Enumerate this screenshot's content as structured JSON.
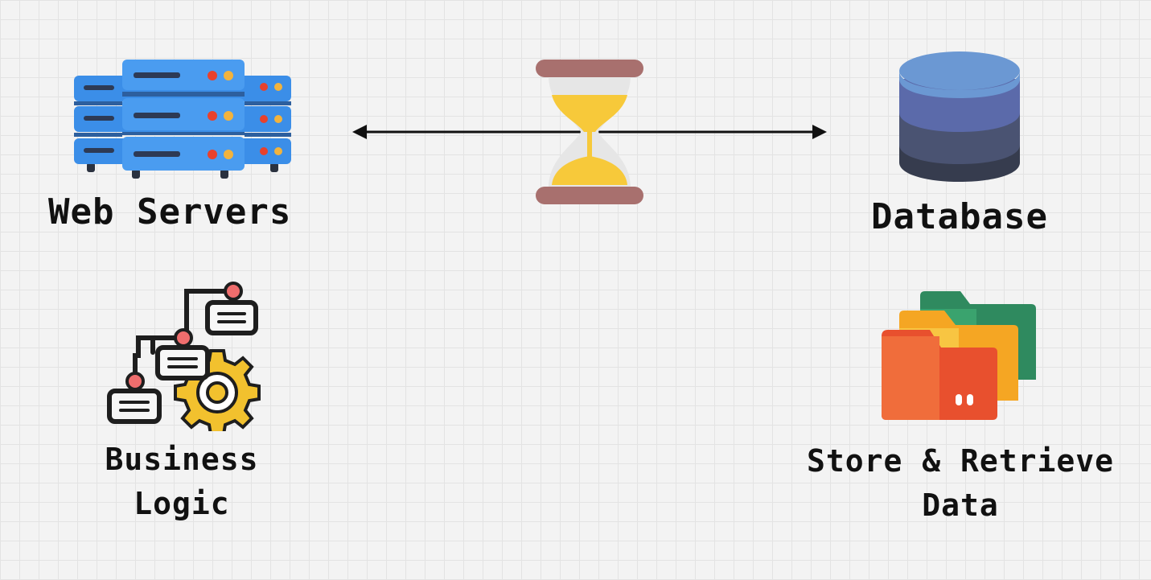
{
  "nodes": {
    "web_servers": {
      "label": "Web Servers",
      "icon": "server-rack-icon"
    },
    "database": {
      "label": "Database",
      "icon": "database-icon"
    },
    "business_logic": {
      "label_line1": "Business",
      "label_line2": "Logic",
      "icon": "flowchart-gear-icon"
    },
    "store_retrieve": {
      "label_line1": "Store & Retrieve",
      "label_line2": "Data",
      "icon": "folders-icon"
    }
  },
  "connector": {
    "icon": "hourglass-icon",
    "style": "double-arrow"
  },
  "colors": {
    "server_blue": "#3b8ee8",
    "server_dark": "#2d5f9e",
    "db_top": "#6b98d3",
    "db_mid": "#5b6aaa",
    "db_low": "#4a5372",
    "db_bottom": "#363c4e",
    "hourglass_sand": "#f7c93a",
    "hourglass_cap": "#a8706e",
    "gear": "#f2c12e",
    "folder_green": "#2f8a5f",
    "folder_orange": "#f5a623",
    "folder_red": "#e8502e"
  }
}
